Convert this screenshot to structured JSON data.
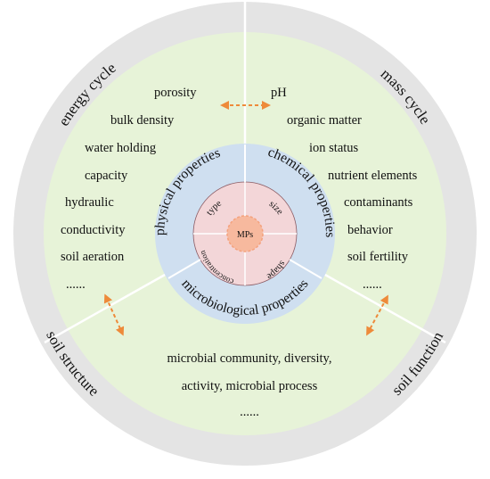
{
  "center": {
    "label": "MPs"
  },
  "inner_ring": {
    "items": [
      "type",
      "size",
      "shape",
      "concentration"
    ]
  },
  "middle_ring": {
    "items": [
      "physical properties",
      "chemical properties",
      "microbiological properties"
    ]
  },
  "physical_list": {
    "items": [
      "porosity",
      "bulk density",
      "water holding",
      "capacity",
      "hydraulic",
      "conductivity",
      "soil aeration",
      "......"
    ]
  },
  "chemical_list": {
    "items": [
      "pH",
      "organic matter",
      "ion status",
      "nutrient elements",
      "contaminants",
      "behavior",
      "soil fertility",
      "......"
    ]
  },
  "microbial_list": {
    "items": [
      "microbial community, diversity,",
      "activity, microbial process",
      "......"
    ]
  },
  "outer_ring": {
    "items": [
      "energy cycle",
      "mass cycle",
      "soil structure",
      "soil function"
    ]
  },
  "colors": {
    "outer_ring": "#e4e4e4",
    "green": "#e7f3d8",
    "blue": "#cfdff0",
    "pink": "#f3d6d8",
    "center": "#f7b99e",
    "center_border": "#f4a27d",
    "arrow": "#ee8a3a",
    "divider": "#ffffff"
  },
  "icons": [
    "double-arrow-icon"
  ]
}
